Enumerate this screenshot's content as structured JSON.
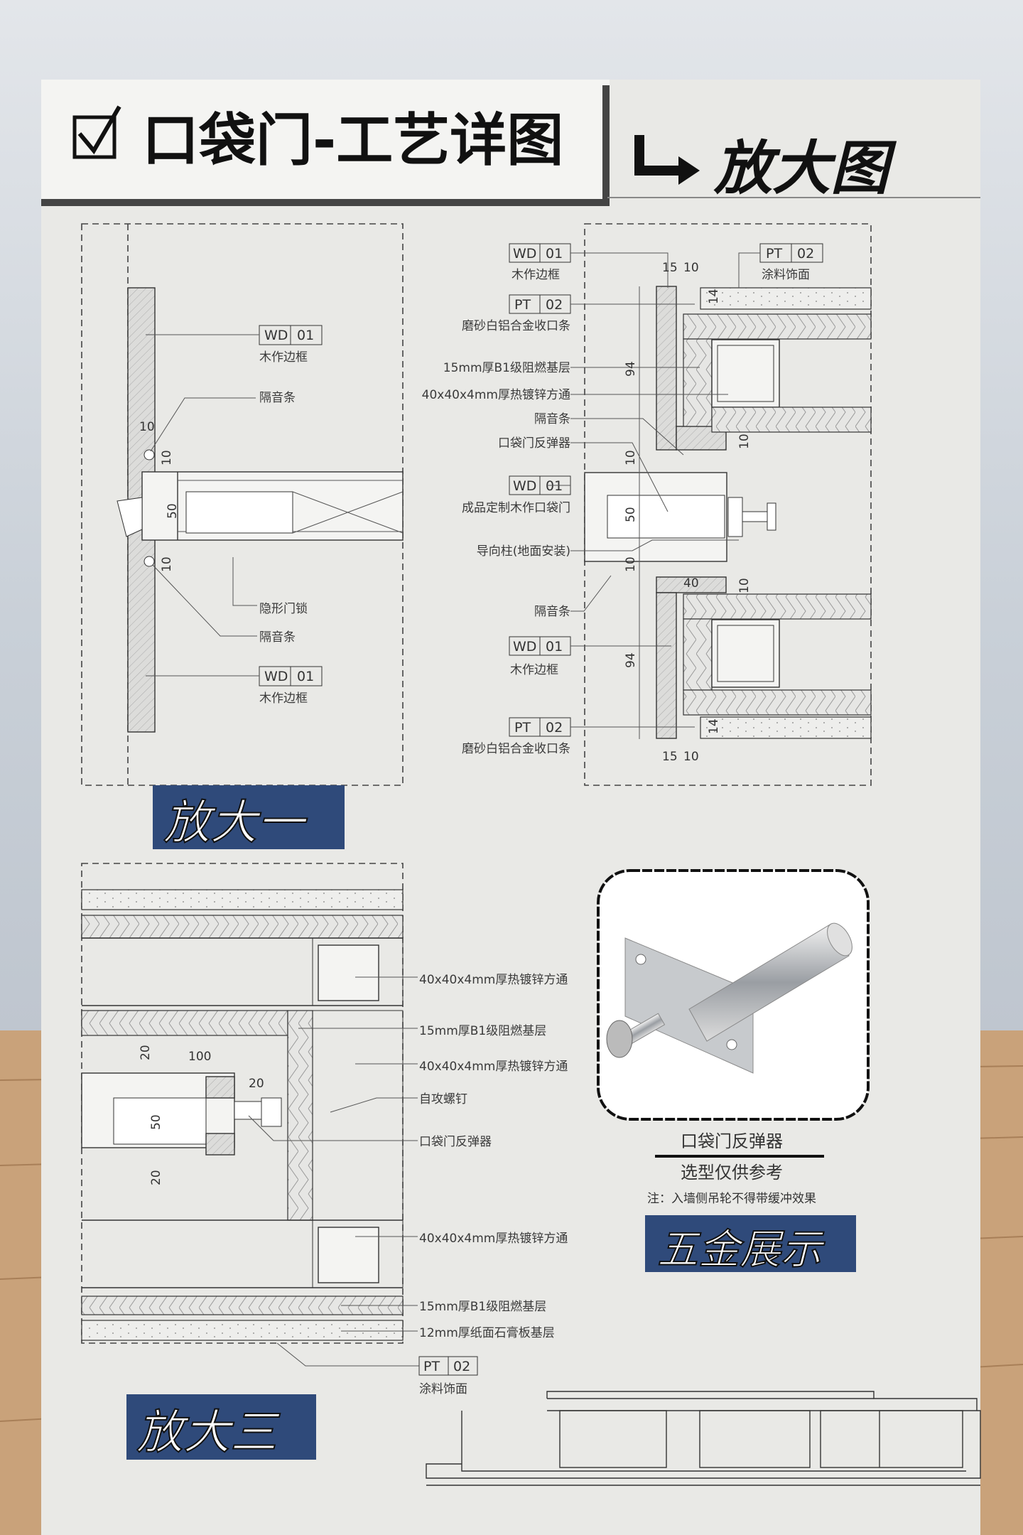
{
  "header": {
    "title": "口袋门-工艺详图",
    "subtitle": "放大图"
  },
  "panel1": {
    "tag_wd": [
      "WD",
      "01"
    ],
    "labels": {
      "frame_top": "木作边框",
      "seal_top": "隔音条",
      "lock": "隐形门锁",
      "seal_bottom": "隔音条",
      "frame_bottom": "木作边框"
    },
    "dims": {
      "gap_top": "10",
      "seal_top": "10",
      "door": "50",
      "seal_bottom": "10"
    },
    "caption": "放大一"
  },
  "panel2": {
    "tag_wd": [
      "WD",
      "01"
    ],
    "tag_pt": [
      "PT",
      "02"
    ],
    "labels": {
      "frame_top": "木作边框",
      "paint": "涂料饰面",
      "trim_top": "磨砂白铝合金收口条",
      "base": "15mm厚B1级阻燃基层",
      "tube": "40x40x4mm厚热镀锌方通",
      "seal_top": "隔音条",
      "bouncer": "口袋门反弹器",
      "door": "成品定制木作口袋门",
      "guide": "导向柱(地面安装)",
      "seal_bottom": "隔音条",
      "frame_bottom": "木作边框",
      "trim_bottom": "磨砂白铝合金收口条"
    },
    "dims": {
      "d15": "15",
      "d10": "10",
      "d14": "14",
      "d94": "94",
      "d10b": "10",
      "d10c": "10",
      "d50": "50",
      "d10d": "10",
      "d40": "40",
      "d10e": "10"
    }
  },
  "panel3": {
    "labels": {
      "tube1": "40x40x4mm厚热镀锌方通",
      "base1": "15mm厚B1级阻燃基层",
      "tube2": "40x40x4mm厚热镀锌方通",
      "screw": "自攻螺钉",
      "bouncer": "口袋门反弹器",
      "tube3": "40x40x4mm厚热镀锌方通",
      "base2": "15mm厚B1级阻燃基层",
      "gypsum": "12mm厚纸面石膏板基层",
      "paint": "涂料饰面"
    },
    "tag_pt": [
      "PT",
      "02"
    ],
    "dims": {
      "d20a": "20",
      "d100": "100",
      "d20b": "20",
      "d50": "50",
      "d20c": "20"
    },
    "caption": "放大三"
  },
  "hardware": {
    "name": "口袋门反弹器",
    "note1": "选型仅供参考",
    "note2": "注：入墙侧吊轮不得带缓冲效果",
    "caption": "五金展示"
  },
  "colors": {
    "caption_bg": "#2f4a7a",
    "paper": "#e9e9e6",
    "floor": "#c9a27a"
  }
}
